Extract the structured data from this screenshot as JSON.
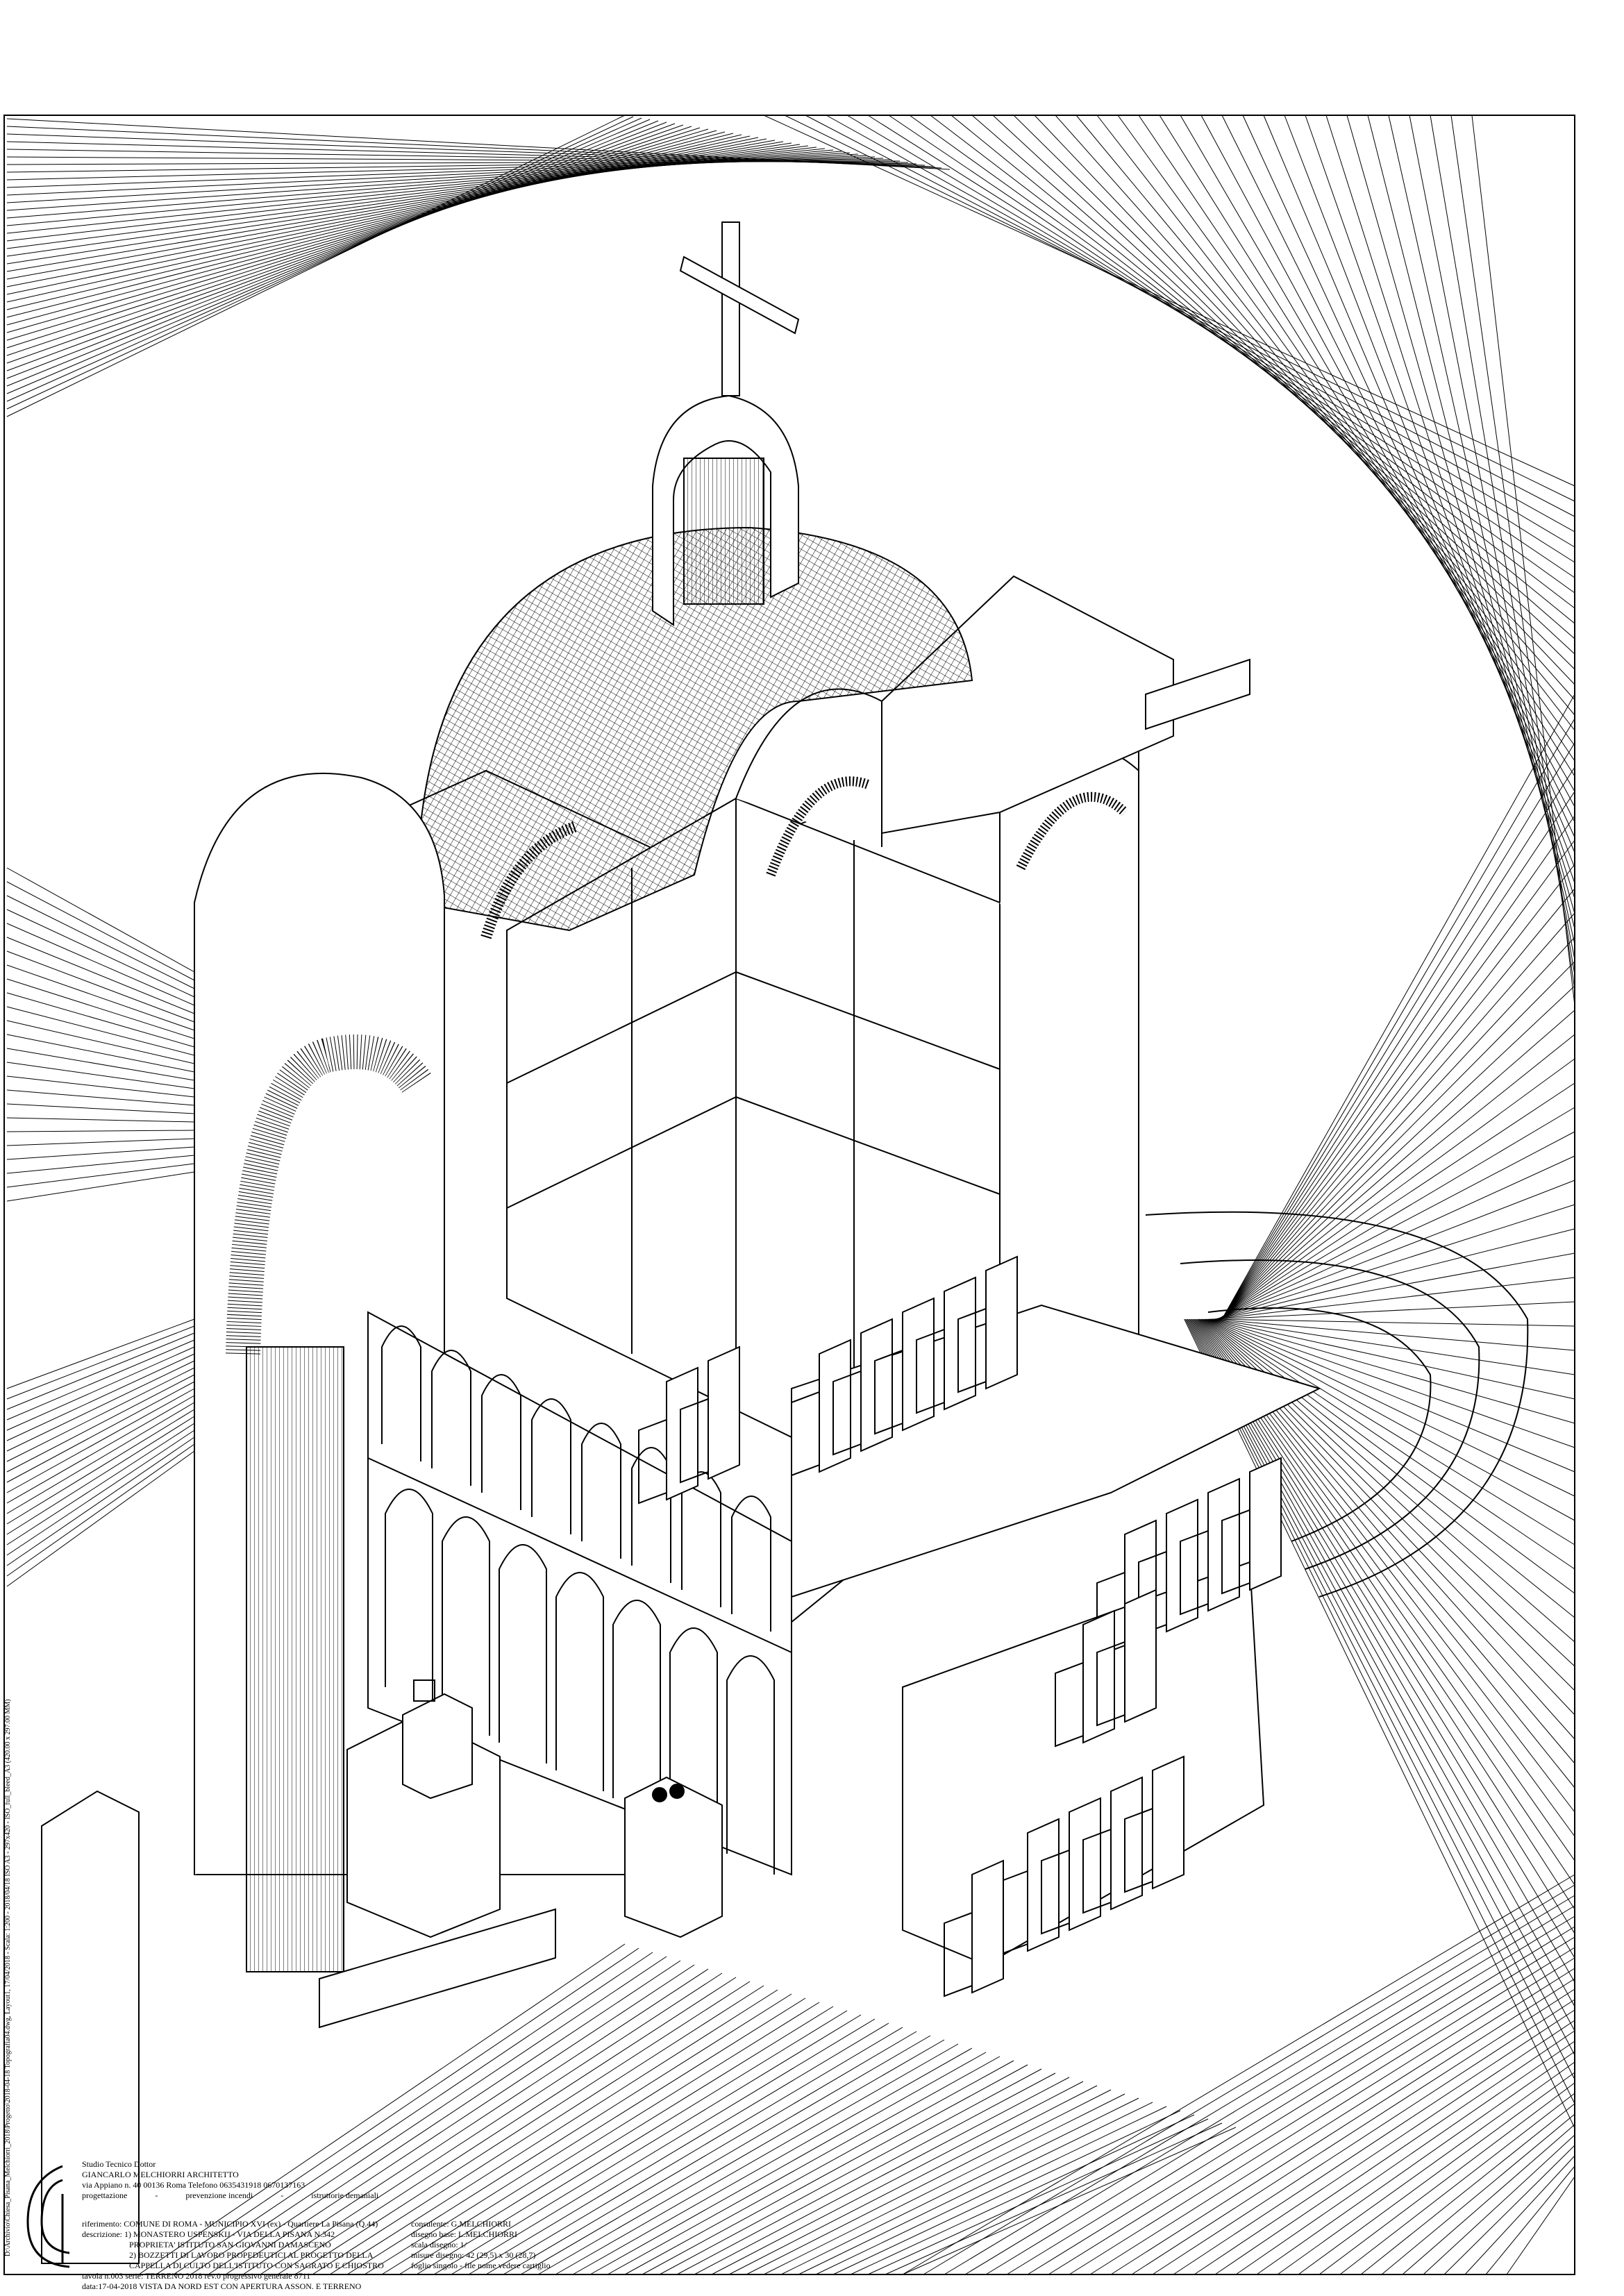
{
  "file_path": "D:\\Archivio\\Chiesa_Pisana_Melchiorri_2018\\Progetto\\2018-04-18 Topografia04.dwg, Layout1, 17/04/2018 - Scala: 1:200 - 2018/04/18 ISO A3 - 297x420 - ISO_full_bleed_A3 (420.00 x 297.00 MM)",
  "studio": {
    "line1": "Studio Tecnico Dottor",
    "line2": "GIANCARLO MELCHIORRI ARCHITETTO",
    "line3": "via Appiano n. 40   00136 Roma   Telefono 0635431918 0670137163",
    "roles": [
      "progettazione",
      "-",
      "prevenzione incendi",
      "-",
      "istruttorie demaniali"
    ]
  },
  "info": {
    "riferimento": "riferimento:  COMUNE DI ROMA - MUNICIPIO XVI (ex) - Quartiere La Pisana (Q.44)",
    "descrizione": "descrizione: 1) MONASTERO USPENSKIJ - VIA DELLA PISANA N.342",
    "desc2": "PROPRIETA' ISTITUTO SAN GIOVANNI DAMASCENO",
    "desc3": "2) BOZZETTI DI LAVORO PROPEDEUTICI AL PROGETTO DELLA",
    "desc4": "CAPPELLA DI CULTO DELL'ISTITUTO CON SAGRATO E CHIOSTRO",
    "tavola": "tavola n.003  serie: TERRENO 2018 rev.0          progressivo generale 8711",
    "data": "data:17-04-2018            VISTA DA NORD EST CON APERTURA ASSON. E TERRENO"
  },
  "right": {
    "consulente": "consulente: G.MELCHIORRI",
    "disegno": "disegno base: L.MELCHIORRI",
    "scala": "scala disegno: 1/",
    "misure": "misure disegno: 42 (29,5) x 30 (28,7)",
    "foglio": "foglio singolo - file nome vedere cartiglio"
  }
}
